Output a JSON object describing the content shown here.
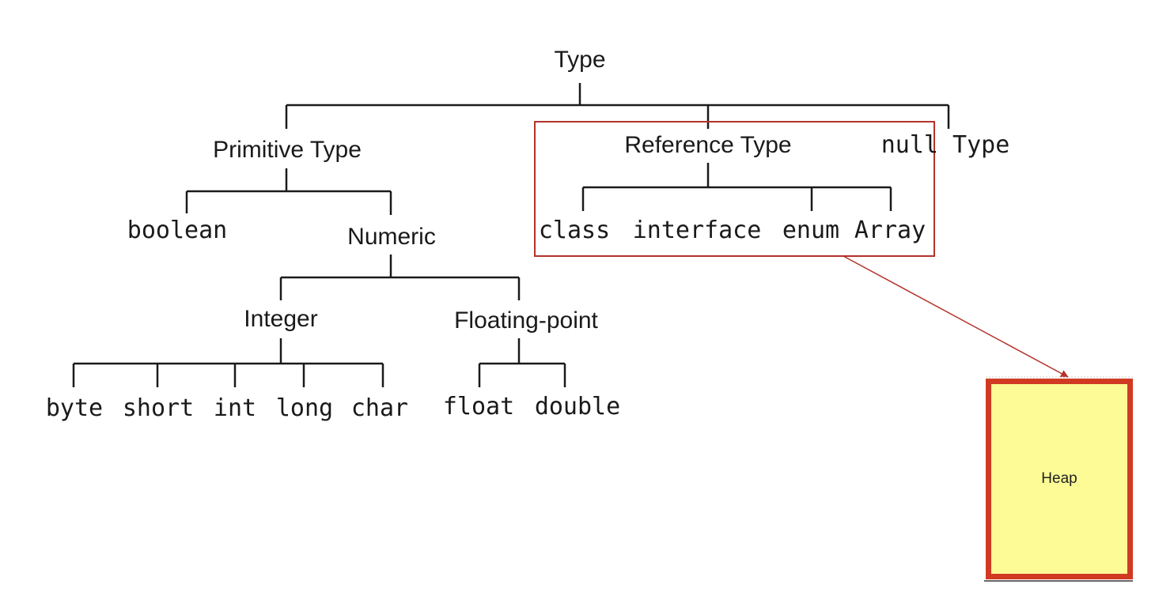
{
  "diagram": {
    "root": "Type",
    "categories": {
      "primitive": "Primitive Type",
      "reference": "Reference Type",
      "null": "null Type"
    },
    "primitive": {
      "boolean": "boolean",
      "numeric": "Numeric",
      "integer": "Integer",
      "floating": "Floating-point",
      "integer_types": [
        "byte",
        "short",
        "int",
        "long",
        "char"
      ],
      "floating_types": [
        "float",
        "double"
      ]
    },
    "reference_types": [
      "class",
      "interface",
      "enum",
      "Array"
    ],
    "heap_label": "Heap",
    "colors": {
      "tree_line": "#1a1a1a",
      "highlight": "#b3322a",
      "heap_fill": "#fdfb95",
      "heap_border": "#d13a22"
    }
  }
}
